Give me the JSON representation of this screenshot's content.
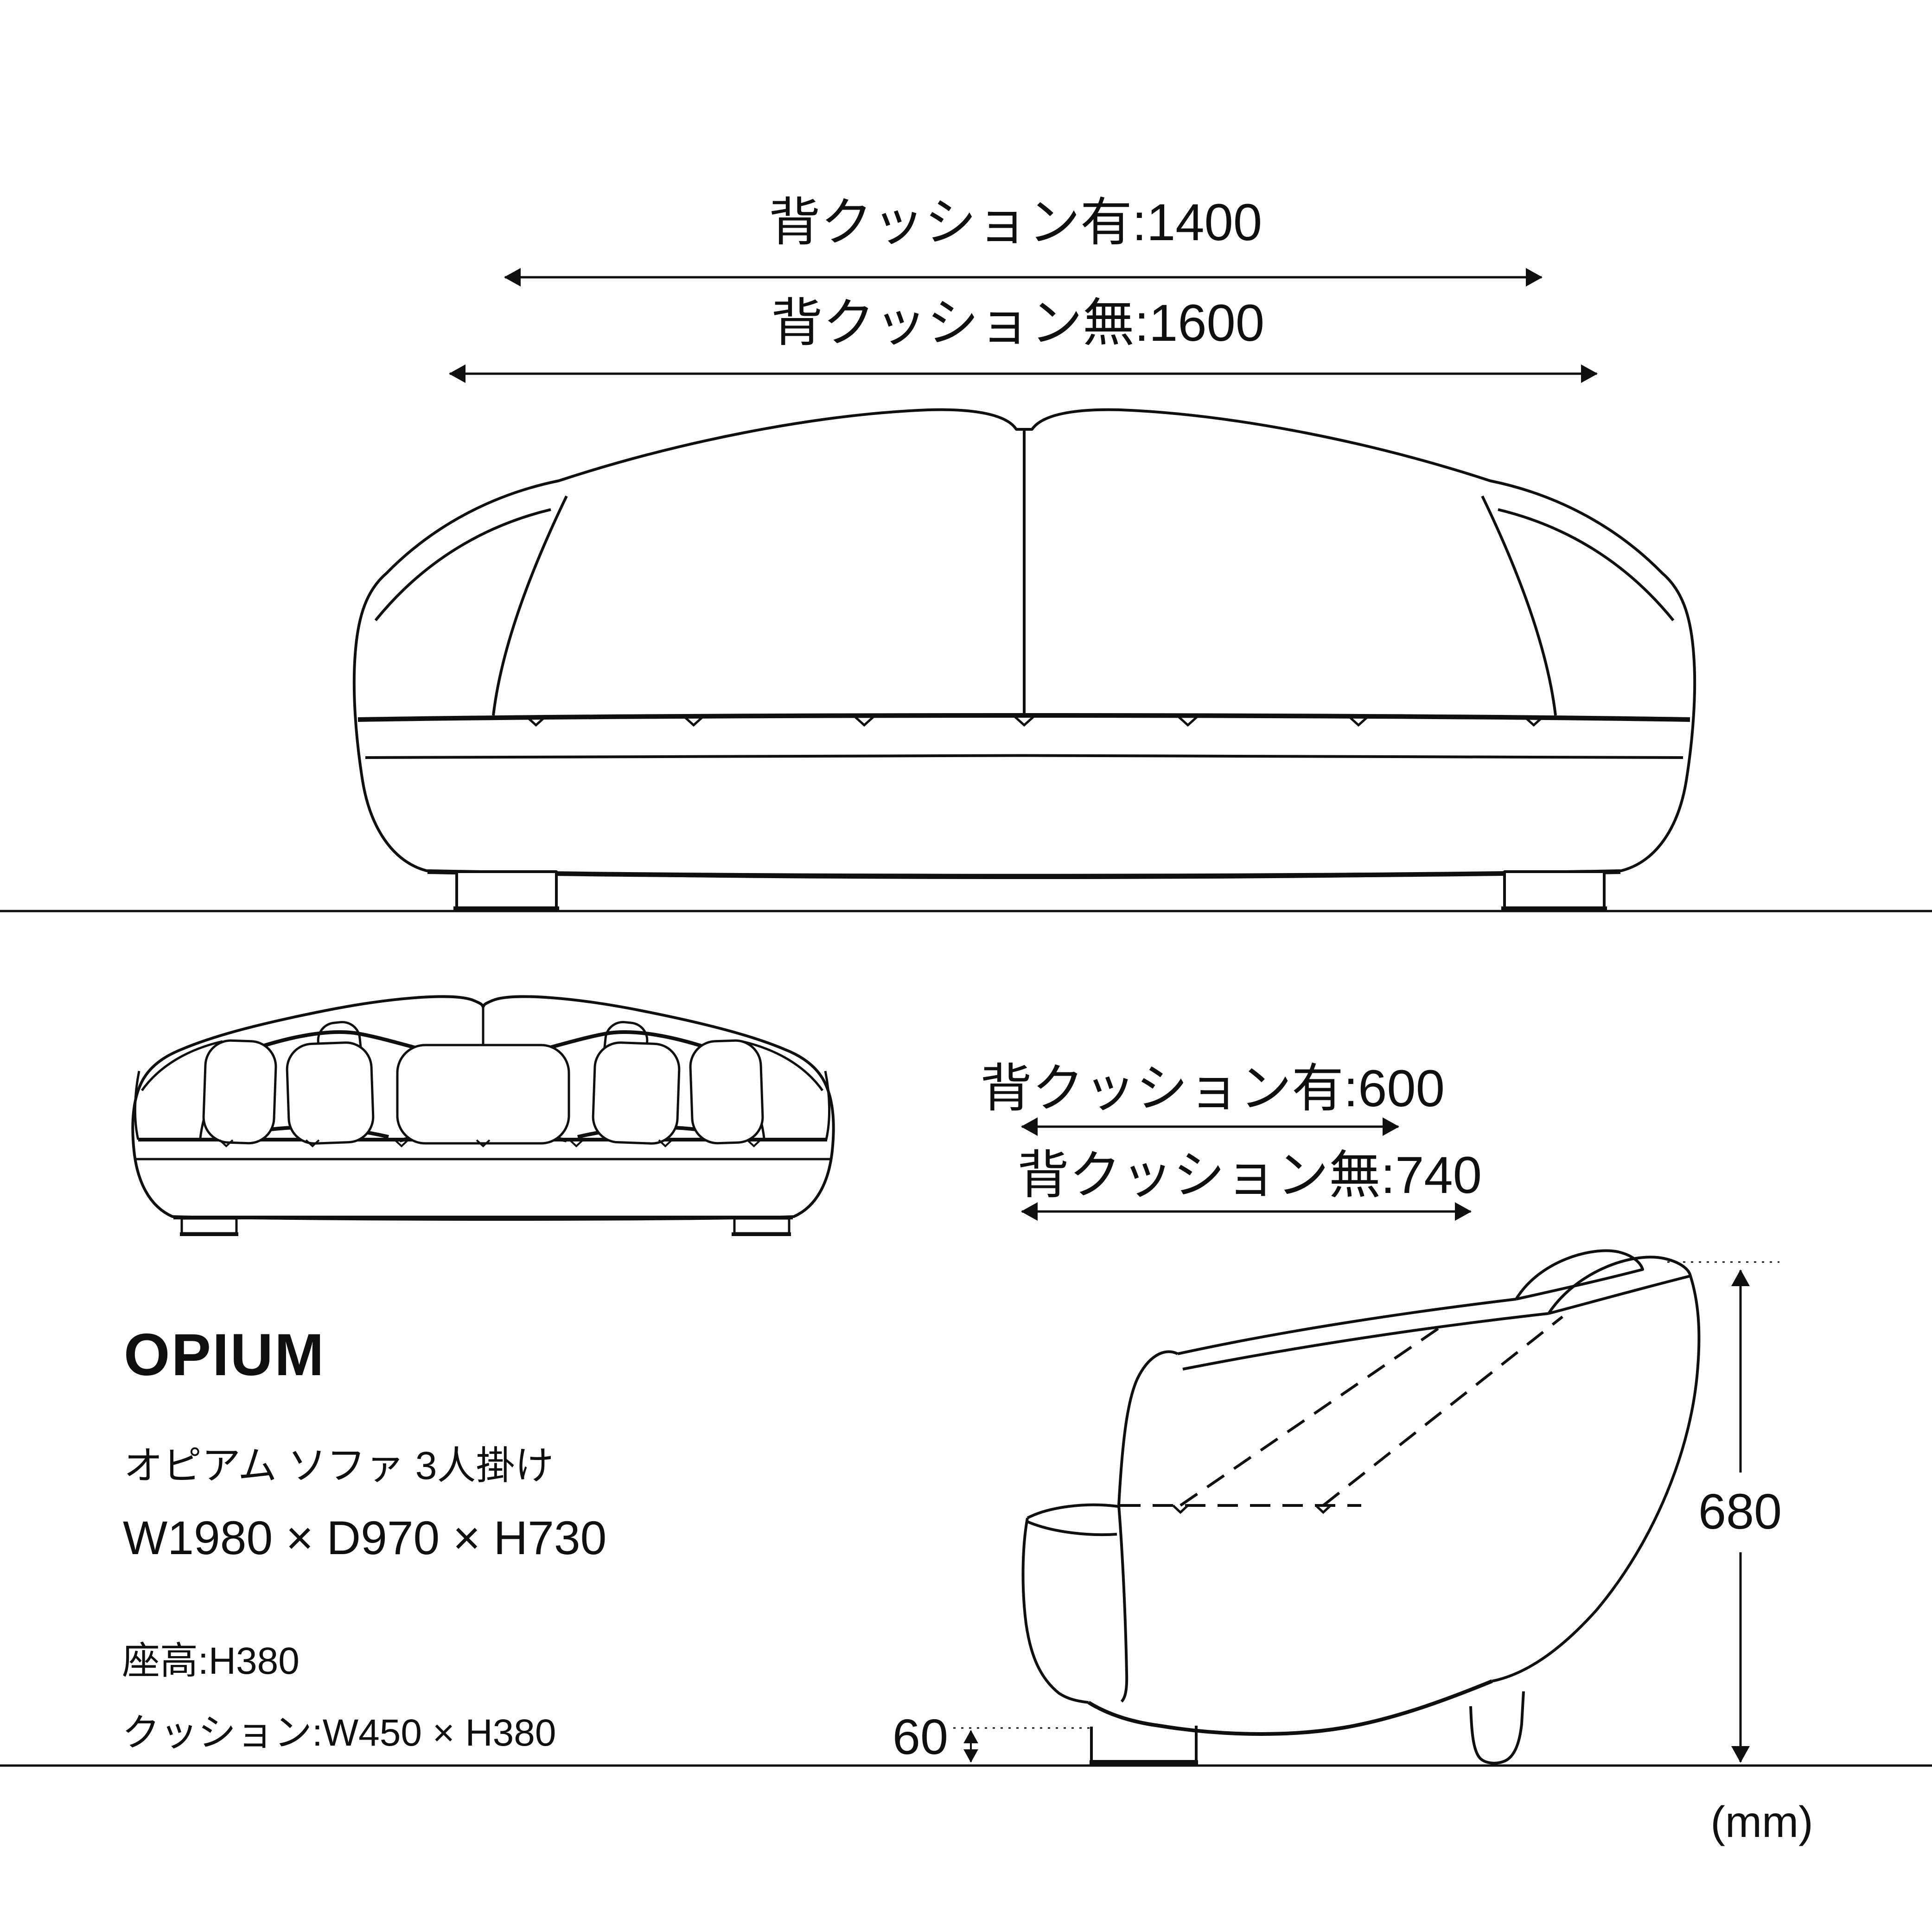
{
  "colors": {
    "line": "#0f0f0f",
    "background": "#ffffff"
  },
  "unit_label": "(mm)",
  "front_view": {
    "width_with_back_cushion_label": "背クッション有:1400",
    "width_without_back_cushion_label": "背クッション無:1600"
  },
  "side_view": {
    "depth_with_back_cushion_label": "背クッション有:600",
    "depth_without_back_cushion_label": "背クッション無:740",
    "overall_height_label": "680",
    "leg_height_label": "60"
  },
  "product": {
    "name": "OPIUM",
    "name_ja": "オピアム ソファ 3人掛け",
    "dimensions": "W1980 × D970 × H730",
    "seat_height": "座高:H380",
    "cushion_size": "クッション:W450 × H380"
  }
}
